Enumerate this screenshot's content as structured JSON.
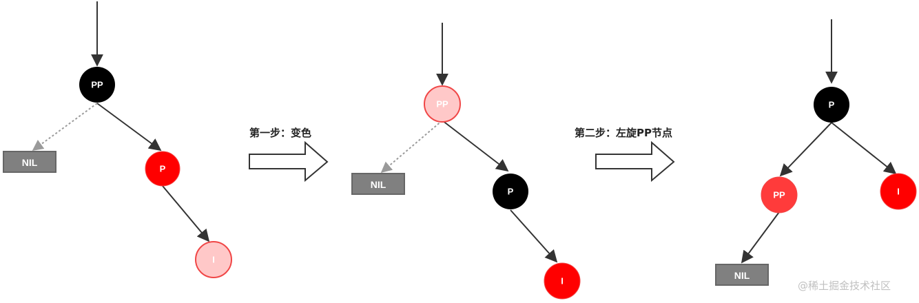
{
  "colors": {
    "black_node": "#000000",
    "red_node": "#ff0000",
    "light_red_node": "#ffc8c8",
    "light_red_border": "#f04646",
    "medium_red_node": "#ff3b3b",
    "nil_fill": "#808080",
    "nil_border": "#666666",
    "edge": "#333333",
    "dashed_edge": "#9a9a9a",
    "white_text": "#ffffff",
    "light_text": "#ffffff"
  },
  "stage1": {
    "pp_label": "PP",
    "p_label": "P",
    "i_label": "I",
    "nil_label": "NIL"
  },
  "step1_label": "第一步：变色",
  "stage2": {
    "pp_label": "PP",
    "p_label": "P",
    "i_label": "I",
    "nil_label": "NIL"
  },
  "step2_label": "第二步：左旋PP节点",
  "stage3": {
    "p_label": "P",
    "pp_label": "PP",
    "i_label": "I",
    "nil_label": "NIL"
  },
  "watermark": "@稀土掘金技术社区"
}
